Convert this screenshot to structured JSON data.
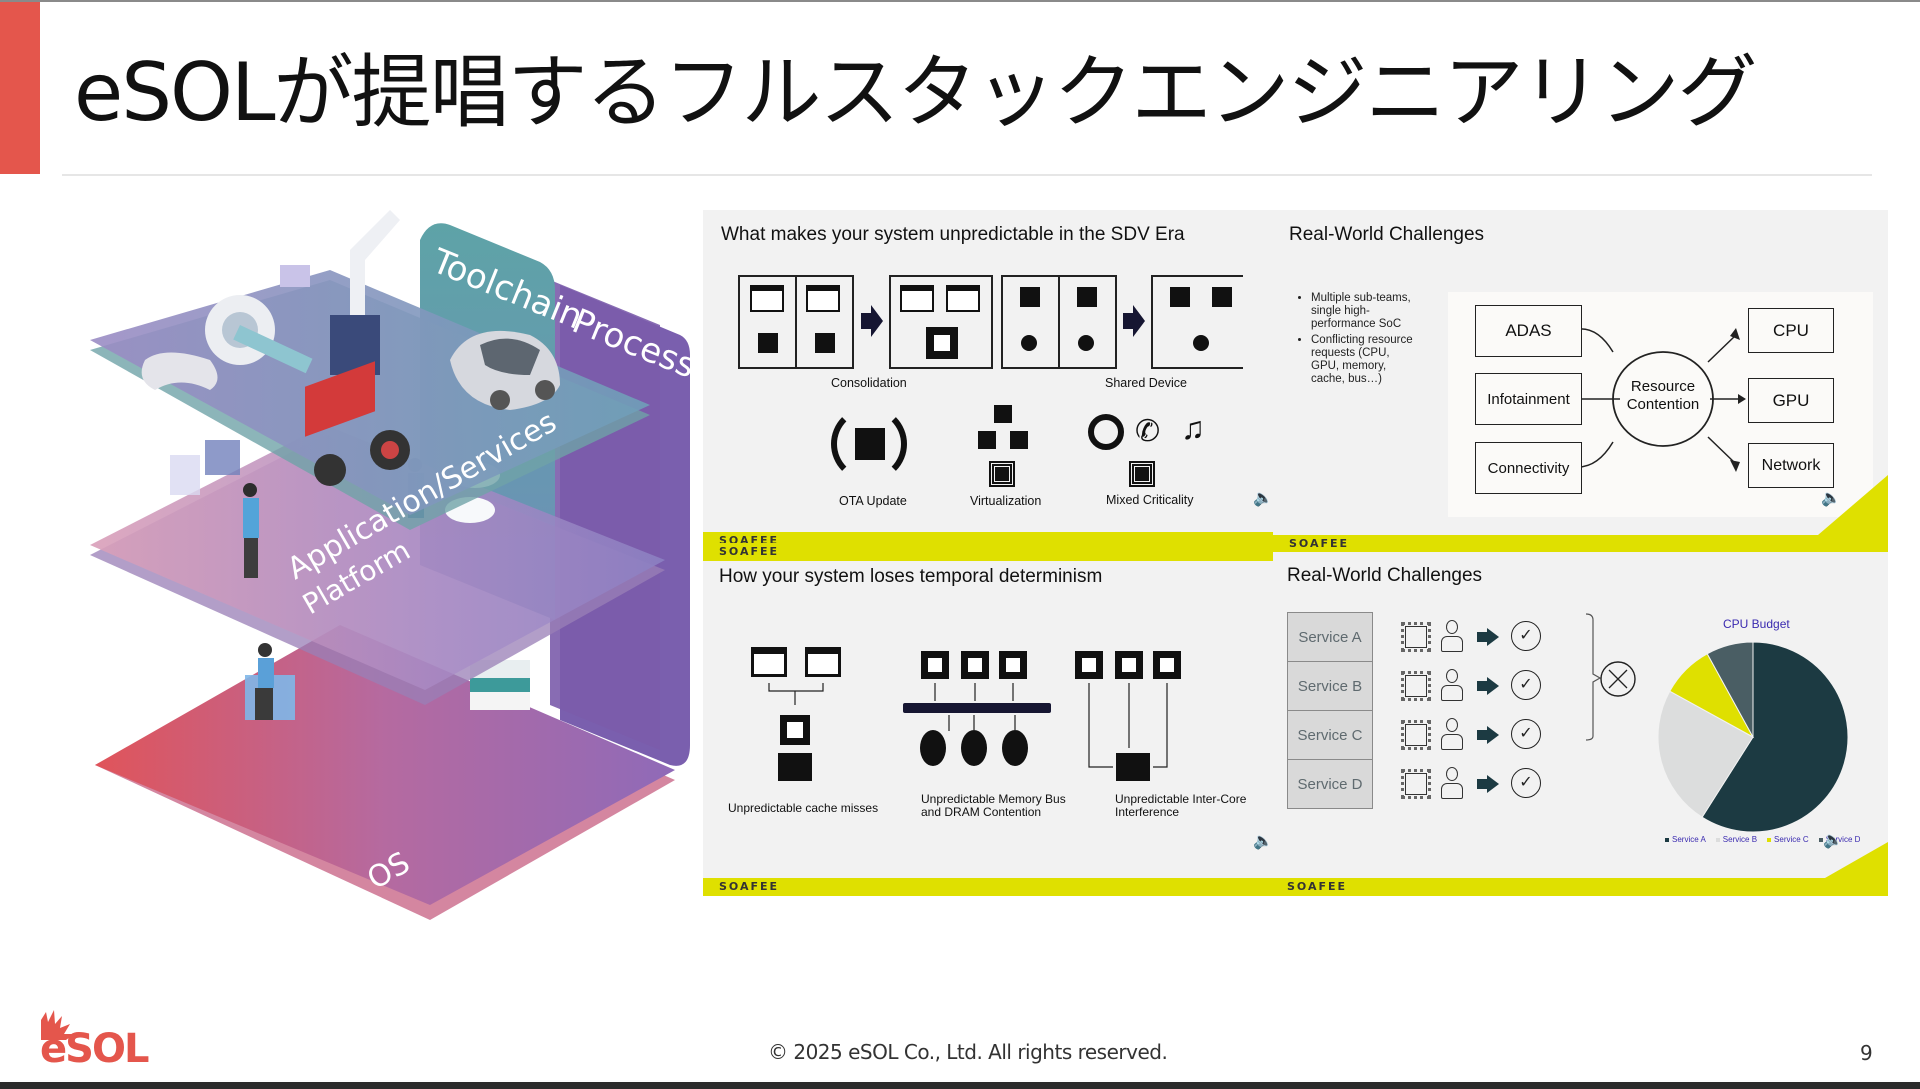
{
  "slide": {
    "title": "eSOLが提唱するフルスタックエンジニアリング",
    "page_number": "9",
    "copyright": "© 2025 eSOL Co., Ltd. All rights reserved.",
    "logo_text": "eSOL",
    "colors": {
      "accent": "#e4564c",
      "lime": "#dfe000",
      "dark_teal": "#1c3a42"
    }
  },
  "stack_illustration": {
    "layers": [
      "Application/Services",
      "Platform",
      "OS"
    ],
    "side_panels": [
      "Toolchain",
      "Process"
    ]
  },
  "embedded_slides": [
    {
      "title": "What makes your system unpredictable in the SDV Era",
      "groups": [
        "Consolidation",
        "Shared Device"
      ],
      "icons": [
        "OTA Update",
        "Virtualization",
        "Mixed Criticality"
      ],
      "brand": "SOAFEE"
    },
    {
      "title": "Real-World Challenges",
      "bullets": [
        "Multiple sub-teams, single high-performance SoC",
        "Conflicting resource requests (CPU, GPU, memory, cache, bus…)"
      ],
      "sources": [
        "ADAS",
        "Infotainment",
        "Connectivity"
      ],
      "center": "Resource Contention",
      "targets": [
        "CPU",
        "GPU",
        "Network"
      ],
      "brand": "SOAFEE"
    },
    {
      "title": "How your system loses temporal determinism",
      "captions": [
        "Unpredictable cache misses",
        "Unpredictable Memory Bus and DRAM Contention",
        "Unpredictable Inter-Core Interference"
      ],
      "brand": "SOAFEE"
    },
    {
      "title": "Real-World Challenges",
      "services": [
        "Service A",
        "Service B",
        "Service C",
        "Service D"
      ],
      "brand": "SOAFEE"
    }
  ],
  "chart_data": {
    "type": "pie",
    "title": "CPU Budget",
    "categories": [
      "Service A",
      "Service B",
      "Service C",
      "Service D"
    ],
    "values": [
      59,
      24,
      9,
      8
    ],
    "colors": [
      "#1c3a42",
      "#dcdddd",
      "#dfe000",
      "#4a5e64"
    ],
    "legend": "bottom"
  }
}
